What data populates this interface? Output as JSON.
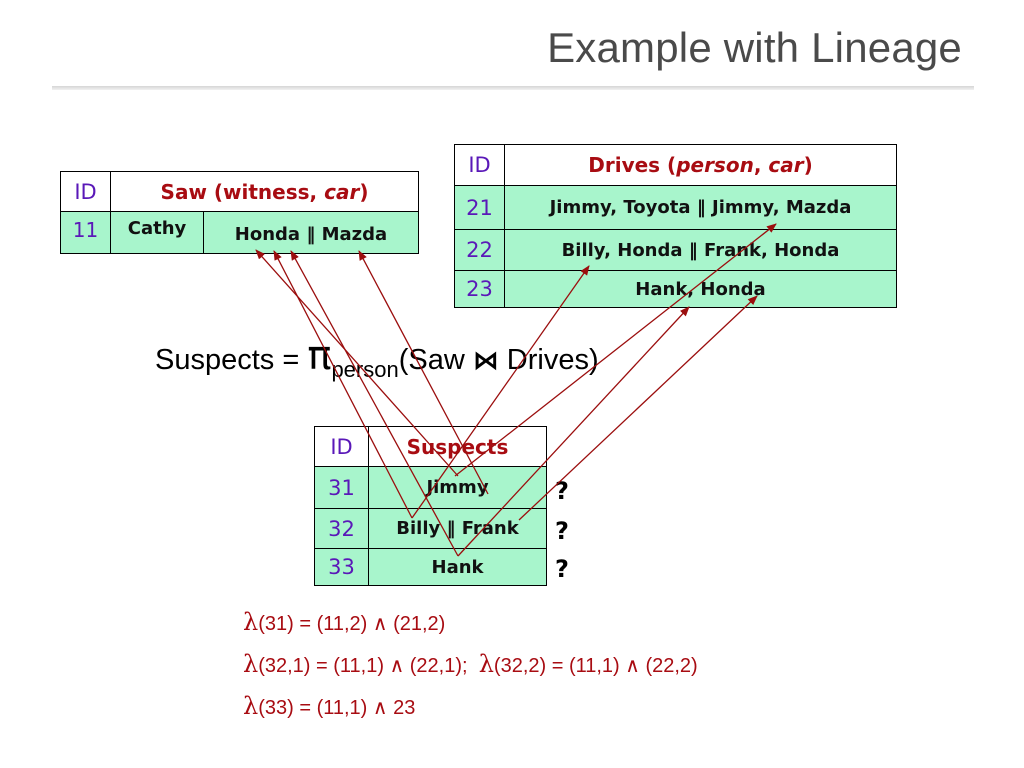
{
  "title": "Example with Lineage",
  "saw": {
    "id_header": "ID",
    "name_pre": "Saw (witness, ",
    "name_it": "car",
    "name_post": ")",
    "row": {
      "id": "11",
      "witness": "Cathy",
      "car": "Honda ‖ Mazda"
    }
  },
  "drives": {
    "id_header": "ID",
    "name_pre": "Drives (",
    "name_it1": "person",
    "name_mid": ", ",
    "name_it2": "car",
    "name_post": ")",
    "rows": [
      {
        "id": "21",
        "value": "Jimmy, Toyota ‖ Jimmy, Mazda"
      },
      {
        "id": "22",
        "value": "Billy, Honda ‖ Frank, Honda"
      },
      {
        "id": "23",
        "value": "Hank, Honda"
      }
    ]
  },
  "formula": {
    "lhs": "Suspects = ",
    "pi": "π",
    "sub": "person",
    "open": "(Saw",
    "join": "⋈",
    "close": "Drives)"
  },
  "suspects": {
    "id_header": "ID",
    "name": "Suspects",
    "rows": [
      {
        "id": "31",
        "value": "Jimmy",
        "flag": "?"
      },
      {
        "id": "32",
        "value": "Billy ‖ Frank",
        "flag": "?"
      },
      {
        "id": "33",
        "value": "Hank",
        "flag": "?"
      }
    ]
  },
  "lineage": {
    "lambda": "λ",
    "line1": "(31) = (11,2) ∧ (21,2)",
    "line2a": "(32,1) = (11,1) ∧ (22,1);  ",
    "line2b": "(32,2) = (11,1) ∧ (22,2)",
    "line3": "(33) = (11,1) ∧ 23"
  },
  "colors": {
    "accent": "#a80c12",
    "id": "#5a18b8",
    "cell": "#a8f5cc",
    "arrow": "#9b0e0e"
  }
}
